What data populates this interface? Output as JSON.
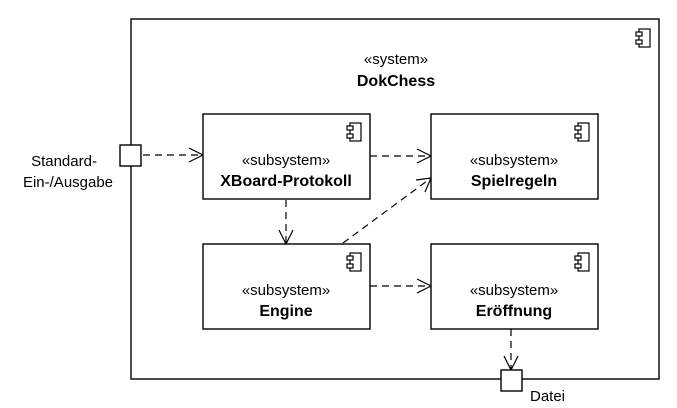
{
  "diagram": {
    "system": {
      "stereotype": "«system»",
      "name": "DokChess"
    },
    "subsystems": {
      "xboard": {
        "stereotype": "«subsystem»",
        "name": "XBoard-Protokoll"
      },
      "spielregeln": {
        "stereotype": "«subsystem»",
        "name": "Spielregeln"
      },
      "engine": {
        "stereotype": "«subsystem»",
        "name": "Engine"
      },
      "eroeffnung": {
        "stereotype": "«subsystem»",
        "name": "Eröffnung"
      }
    },
    "ports": {
      "io": {
        "label_line1": "Standard-",
        "label_line2": "Ein-/Ausgabe"
      },
      "file": {
        "label": "Datei"
      }
    },
    "icons": {
      "component": "component-icon"
    },
    "colors": {
      "line": "#000000",
      "fill": "#ffffff"
    }
  }
}
